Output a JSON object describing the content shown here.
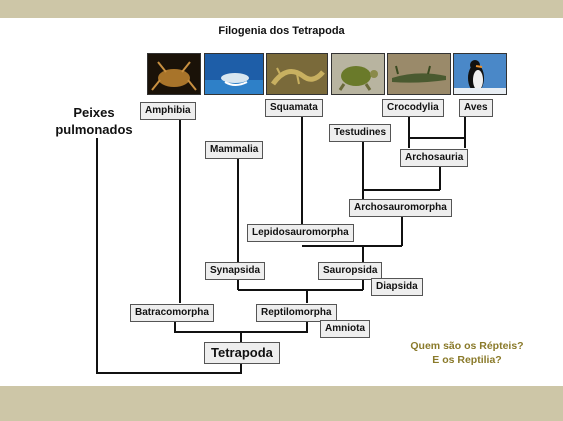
{
  "title": "Filogenia dos Tetrapoda",
  "outgroup_label_line1": "Peixes",
  "outgroup_label_line2": "pulmonados",
  "clades": {
    "amphibia": "Amphibia",
    "mammalia": "Mammalia",
    "squamata": "Squamata",
    "testudines": "Testudines",
    "crocodylia": "Crocodylia",
    "aves": "Aves",
    "archosauria": "Archosauria",
    "archosauromorpha": "Archosauromorpha",
    "lepidosauromorpha": "Lepidosauromorpha",
    "synapsida": "Synapsida",
    "sauropsida": "Sauropsida",
    "diapsida": "Diapsida",
    "batracomorpha": "Batracomorpha",
    "reptilomorpha": "Reptilomorpha",
    "amniota": "Amniota",
    "tetrapoda": "Tetrapoda"
  },
  "question_line1": "Quem são os Répteis?",
  "question_line2": "E os Reptilia?",
  "colors": {
    "band": "#cdc6a7",
    "question": "#8a7a2a"
  },
  "photos": [
    "frog-photo",
    "dolphin-photo",
    "lizard-photo",
    "turtle-photo",
    "crocodile-photo",
    "penguin-photo"
  ]
}
